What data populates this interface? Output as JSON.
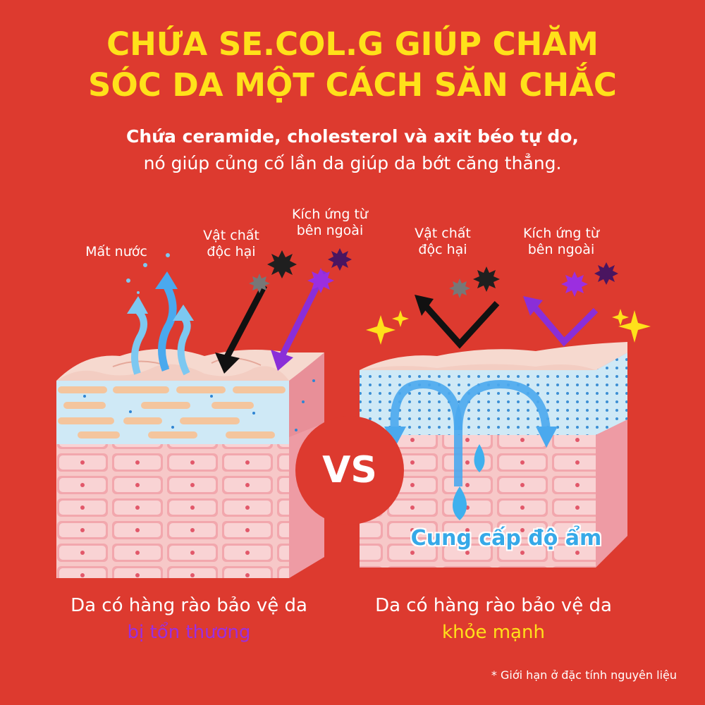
{
  "header": {
    "title_line1": "CHỨA SE.COL.G GIÚP CHĂM",
    "title_line2": "SÓC DA MỘT CÁCH SĂN CHẮC",
    "subtitle_line1": "Chứa ceramide, cholesterol và axit béo tự do,",
    "subtitle_line2": "nó giúp củng cố lần da giúp da bớt căng thẳng."
  },
  "left_panel": {
    "label_water_loss": "Mất nước",
    "label_harmful_1": "Vật chất",
    "label_harmful_2": "độc hại",
    "label_irritation_1": "Kích ứng từ",
    "label_irritation_2": "bên ngoài",
    "caption_line1": "Da có hàng rào bảo vệ da",
    "caption_line2": "bị tổn thương"
  },
  "right_panel": {
    "label_harmful_1": "Vật chất",
    "label_harmful_2": "độc hại",
    "label_irritation_1": "Kích ứng từ",
    "label_irritation_2": "bên ngoài",
    "moisture_label": "Cung cấp độ ẩm",
    "caption_line1": "Da có hàng rào bảo vệ da",
    "caption_line2": "khỏe mạnh"
  },
  "vs_label": "VS",
  "footnote": "* Giới hạn ở đặc tính nguyên liệu",
  "colors": {
    "background": "#dd3a2f",
    "title": "#ffe11a",
    "damaged_accent": "#9b2ee0",
    "healthy_accent": "#ffe11a",
    "moisture": "#36a9e8"
  }
}
